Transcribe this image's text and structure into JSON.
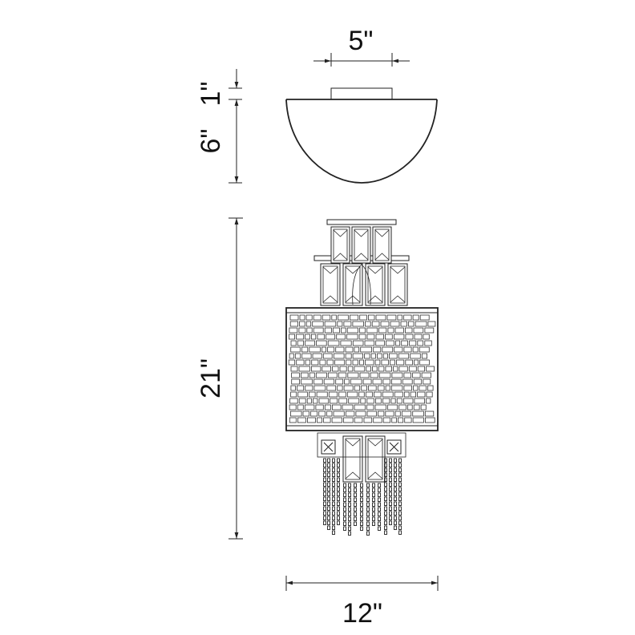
{
  "drawing": {
    "dimensions": {
      "canopy_width": "5\"",
      "canopy_depth": "1\"",
      "shade_depth": "6\"",
      "fixture_height": "21\"",
      "fixture_width": "12\""
    },
    "line_color": "#222222",
    "background": "#ffffff"
  }
}
